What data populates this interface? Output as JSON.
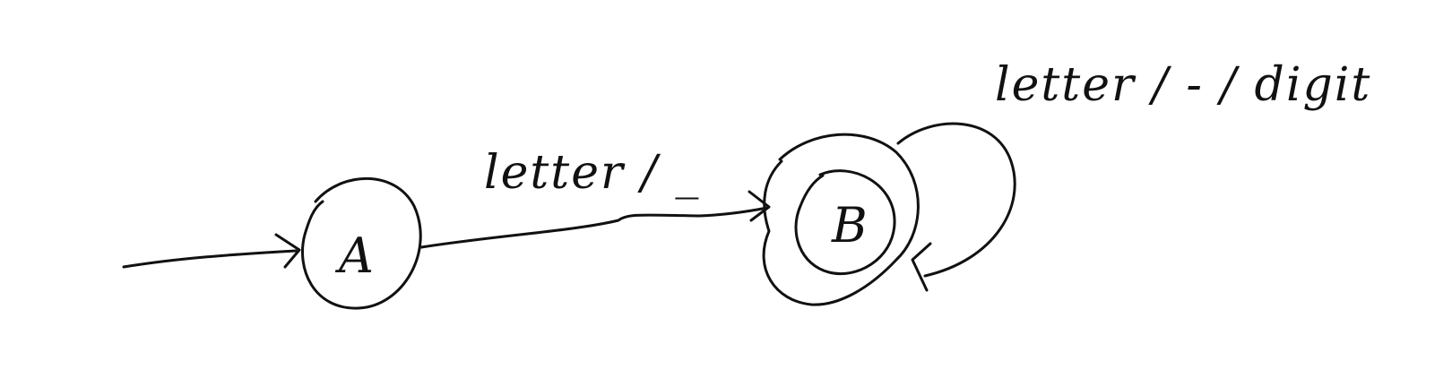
{
  "diagram": {
    "kind": "finite-state-automaton",
    "colors": {
      "ink": "#111111",
      "background": "#ffffff"
    },
    "states": [
      {
        "id": "A",
        "label": "A",
        "start": true,
        "accepting": false
      },
      {
        "id": "B",
        "label": "B",
        "start": false,
        "accepting": true
      }
    ],
    "transitions": [
      {
        "from": "A",
        "to": "B",
        "label": "letter / _"
      },
      {
        "from": "B",
        "to": "B",
        "label": "letter / - / digit"
      }
    ]
  }
}
